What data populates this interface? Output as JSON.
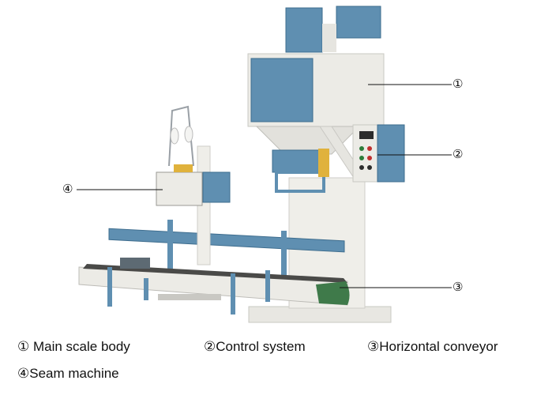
{
  "callouts": {
    "c1": "①",
    "c2": "②",
    "c3": "③",
    "c4": "④"
  },
  "legend": {
    "item1": "① Main scale body",
    "item2": "②Control system",
    "item3": "③Horizontal conveyor",
    "item4": "④Seam machine"
  },
  "colors": {
    "panel_blue": "#5f8fb1",
    "frame_light": "#ecebe6",
    "conveyor_green": "#3f7a4a"
  }
}
